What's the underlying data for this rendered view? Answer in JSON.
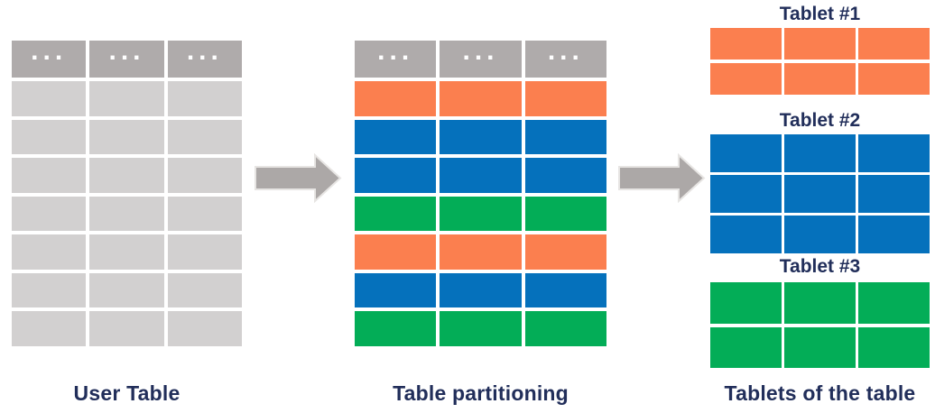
{
  "colors": {
    "gray": "#D2D0D0",
    "header_gray": "#AFABAB",
    "orange": "#FB7F4F",
    "blue": "#0571BC",
    "green": "#03AD57",
    "arrow_gray": "#ACA8A7",
    "label_navy": "#212E5A"
  },
  "user_table": {
    "caption": "User Table",
    "columns": 3,
    "header": [
      "...",
      "...",
      "..."
    ],
    "body_rows": [
      "gray",
      "gray",
      "gray",
      "gray",
      "gray",
      "gray",
      "gray"
    ]
  },
  "partitioned_table": {
    "caption": "Table partitioning",
    "columns": 3,
    "header": [
      "...",
      "...",
      "..."
    ],
    "body_rows": [
      "orange",
      "blue",
      "blue",
      "green",
      "orange",
      "blue",
      "green"
    ]
  },
  "tablets": {
    "caption": "Tablets of the table",
    "items": [
      {
        "label": "Tablet #1",
        "color": "orange",
        "rows": 2,
        "columns": 3
      },
      {
        "label": "Tablet #2",
        "color": "blue",
        "rows": 3,
        "columns": 3
      },
      {
        "label": "Tablet #3",
        "color": "green",
        "rows": 2,
        "columns": 3
      }
    ]
  }
}
